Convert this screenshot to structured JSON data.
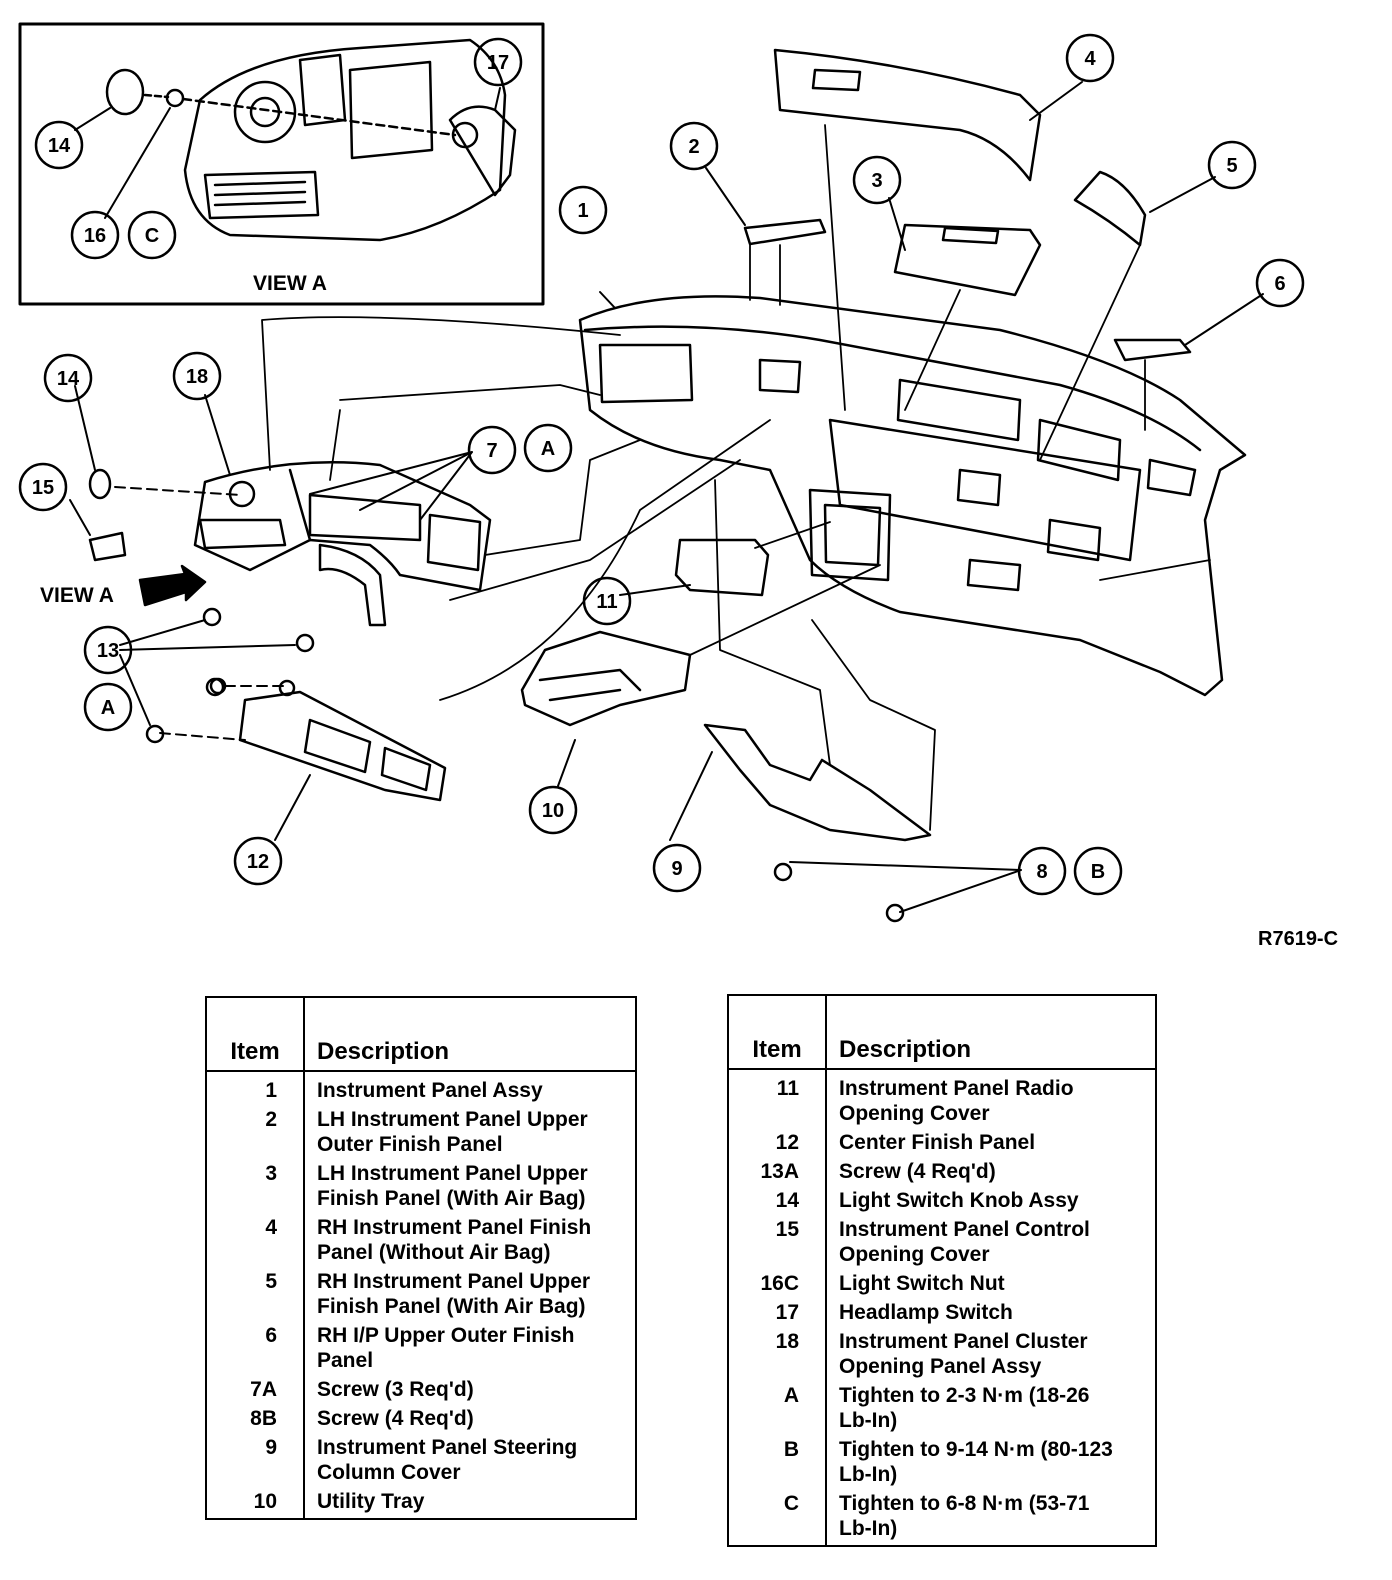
{
  "diagram": {
    "view_a_inset_label": "VIEW A",
    "view_a_arrow_label": "VIEW A",
    "figure_id": "R7619-C",
    "callouts": [
      "1",
      "2",
      "3",
      "4",
      "5",
      "6",
      "7",
      "A",
      "8",
      "B",
      "9",
      "10",
      "11",
      "12",
      "13",
      "A",
      "14",
      "15",
      "18",
      "14",
      "16",
      "C",
      "17"
    ]
  },
  "tables": [
    {
      "header": {
        "item": "Item",
        "description": "Description"
      },
      "rows": [
        {
          "item": "1",
          "line1": "Instrument Panel Assy",
          "line2": ""
        },
        {
          "item": "2",
          "line1": "LH Instrument Panel Upper",
          "line2": "Outer Finish Panel"
        },
        {
          "item": "3",
          "line1": "LH Instrument Panel Upper",
          "line2": "Finish Panel (With Air Bag)"
        },
        {
          "item": "4",
          "line1": "RH Instrument Panel Finish",
          "line2": "Panel (Without Air Bag)"
        },
        {
          "item": "5",
          "line1": "RH Instrument Panel Upper",
          "line2": "Finish Panel (With Air Bag)"
        },
        {
          "item": "6",
          "line1": "RH I/P Upper Outer Finish",
          "line2": "Panel"
        },
        {
          "item": "7A",
          "line1": "Screw (3 Req'd)",
          "line2": ""
        },
        {
          "item": "8B",
          "line1": "Screw (4 Req'd)",
          "line2": ""
        },
        {
          "item": "9",
          "line1": "Instrument Panel Steering",
          "line2": "Column Cover"
        },
        {
          "item": "10",
          "line1": "Utility Tray",
          "line2": ""
        }
      ]
    },
    {
      "header": {
        "item": "Item",
        "description": "Description"
      },
      "rows": [
        {
          "item": "11",
          "line1": "Instrument Panel Radio",
          "line2": "Opening Cover"
        },
        {
          "item": "12",
          "line1": "Center Finish Panel",
          "line2": ""
        },
        {
          "item": "13A",
          "line1": "Screw (4 Req'd)",
          "line2": ""
        },
        {
          "item": "14",
          "line1": "Light Switch Knob Assy",
          "line2": ""
        },
        {
          "item": "15",
          "line1": "Instrument Panel Control",
          "line2": "Opening Cover"
        },
        {
          "item": "16C",
          "line1": "Light Switch Nut",
          "line2": ""
        },
        {
          "item": "17",
          "line1": "Headlamp Switch",
          "line2": ""
        },
        {
          "item": "18",
          "line1": "Instrument Panel Cluster",
          "line2": "Opening Panel Assy"
        },
        {
          "item": "A",
          "line1": "Tighten to 2-3 N·m (18-26",
          "line2": "Lb-In)"
        },
        {
          "item": "B",
          "line1": "Tighten to 9-14 N·m (80-123",
          "line2": "Lb-In)"
        },
        {
          "item": "C",
          "line1": "Tighten to 6-8 N·m (53-71",
          "line2": "Lb-In)"
        }
      ]
    }
  ]
}
